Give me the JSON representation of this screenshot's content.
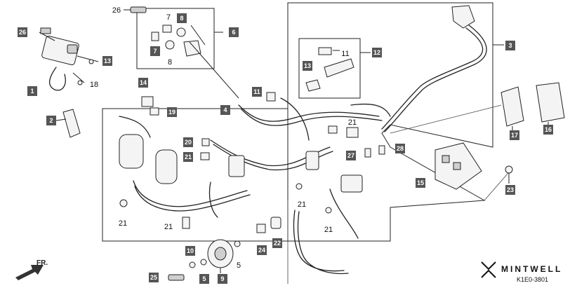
{
  "diagram": {
    "brand": "MINTWELL",
    "code": "K1E0-3801",
    "direction": "FR.",
    "box_color": "#555555",
    "callouts_boxed": [
      {
        "id": "c26a",
        "label": "26"
      },
      {
        "id": "c8a",
        "label": "8"
      },
      {
        "id": "c7a",
        "label": "7"
      },
      {
        "id": "c6",
        "label": "6"
      },
      {
        "id": "c13a",
        "label": "13"
      },
      {
        "id": "c1",
        "label": "1"
      },
      {
        "id": "c2",
        "label": "2"
      },
      {
        "id": "c14",
        "label": "14"
      },
      {
        "id": "c19",
        "label": "19"
      },
      {
        "id": "c4",
        "label": "4"
      },
      {
        "id": "c11a",
        "label": "11"
      },
      {
        "id": "c13b",
        "label": "13"
      },
      {
        "id": "c12",
        "label": "12"
      },
      {
        "id": "c3",
        "label": "3"
      },
      {
        "id": "c20",
        "label": "20"
      },
      {
        "id": "c21a",
        "label": "21"
      },
      {
        "id": "c27",
        "label": "27"
      },
      {
        "id": "c28",
        "label": "28"
      },
      {
        "id": "c17",
        "label": "17"
      },
      {
        "id": "c16",
        "label": "16"
      },
      {
        "id": "c15",
        "label": "15"
      },
      {
        "id": "c23",
        "label": "23"
      },
      {
        "id": "c24",
        "label": "24"
      },
      {
        "id": "c22",
        "label": "22"
      },
      {
        "id": "c10",
        "label": "10"
      },
      {
        "id": "c25",
        "label": "25"
      },
      {
        "id": "c5a",
        "label": "5"
      },
      {
        "id": "c9",
        "label": "9"
      }
    ],
    "callouts_plain": [
      {
        "id": "p26",
        "label": "26"
      },
      {
        "id": "p7",
        "label": "7"
      },
      {
        "id": "p8",
        "label": "8"
      },
      {
        "id": "p11",
        "label": "11"
      },
      {
        "id": "p18",
        "label": "18"
      },
      {
        "id": "p21a",
        "label": "21"
      },
      {
        "id": "p21b",
        "label": "21"
      },
      {
        "id": "p21c",
        "label": "21"
      },
      {
        "id": "p21d",
        "label": "21"
      },
      {
        "id": "p21e",
        "label": "21"
      },
      {
        "id": "p5",
        "label": "5"
      }
    ]
  }
}
